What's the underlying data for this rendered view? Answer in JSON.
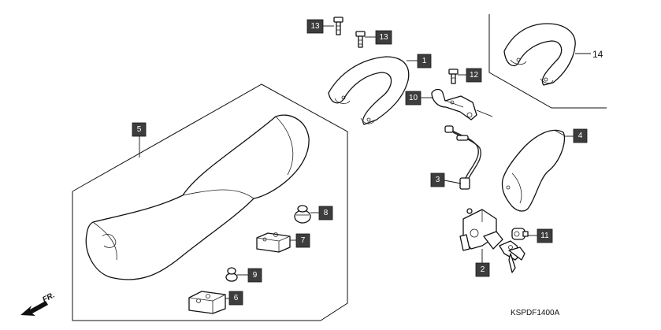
{
  "callouts": {
    "c1": "1",
    "c2": "2",
    "c3": "3",
    "c4": "4",
    "c5": "5",
    "c6": "6",
    "c7": "7",
    "c8": "8",
    "c9": "9",
    "c10": "10",
    "c11": "11",
    "c12": "12",
    "c13a": "13",
    "c13b": "13",
    "c14": "14"
  },
  "direction_label": "FR.",
  "diagram_code": "KSPDF1400A"
}
